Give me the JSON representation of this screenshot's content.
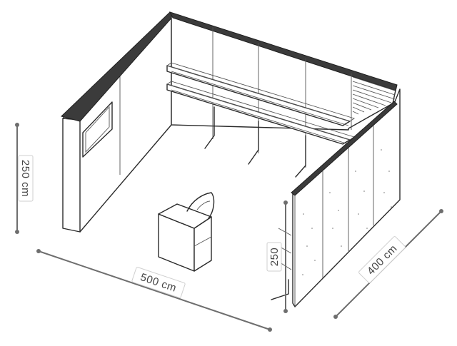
{
  "dimensions": {
    "height_left": "250 cm",
    "width_front": "500 cm",
    "depth_right": "400 cm",
    "height_inner": "250"
  },
  "colors": {
    "line": "#2a2a2a",
    "dimension": "#6e6e6e",
    "label_text": "#444444"
  }
}
